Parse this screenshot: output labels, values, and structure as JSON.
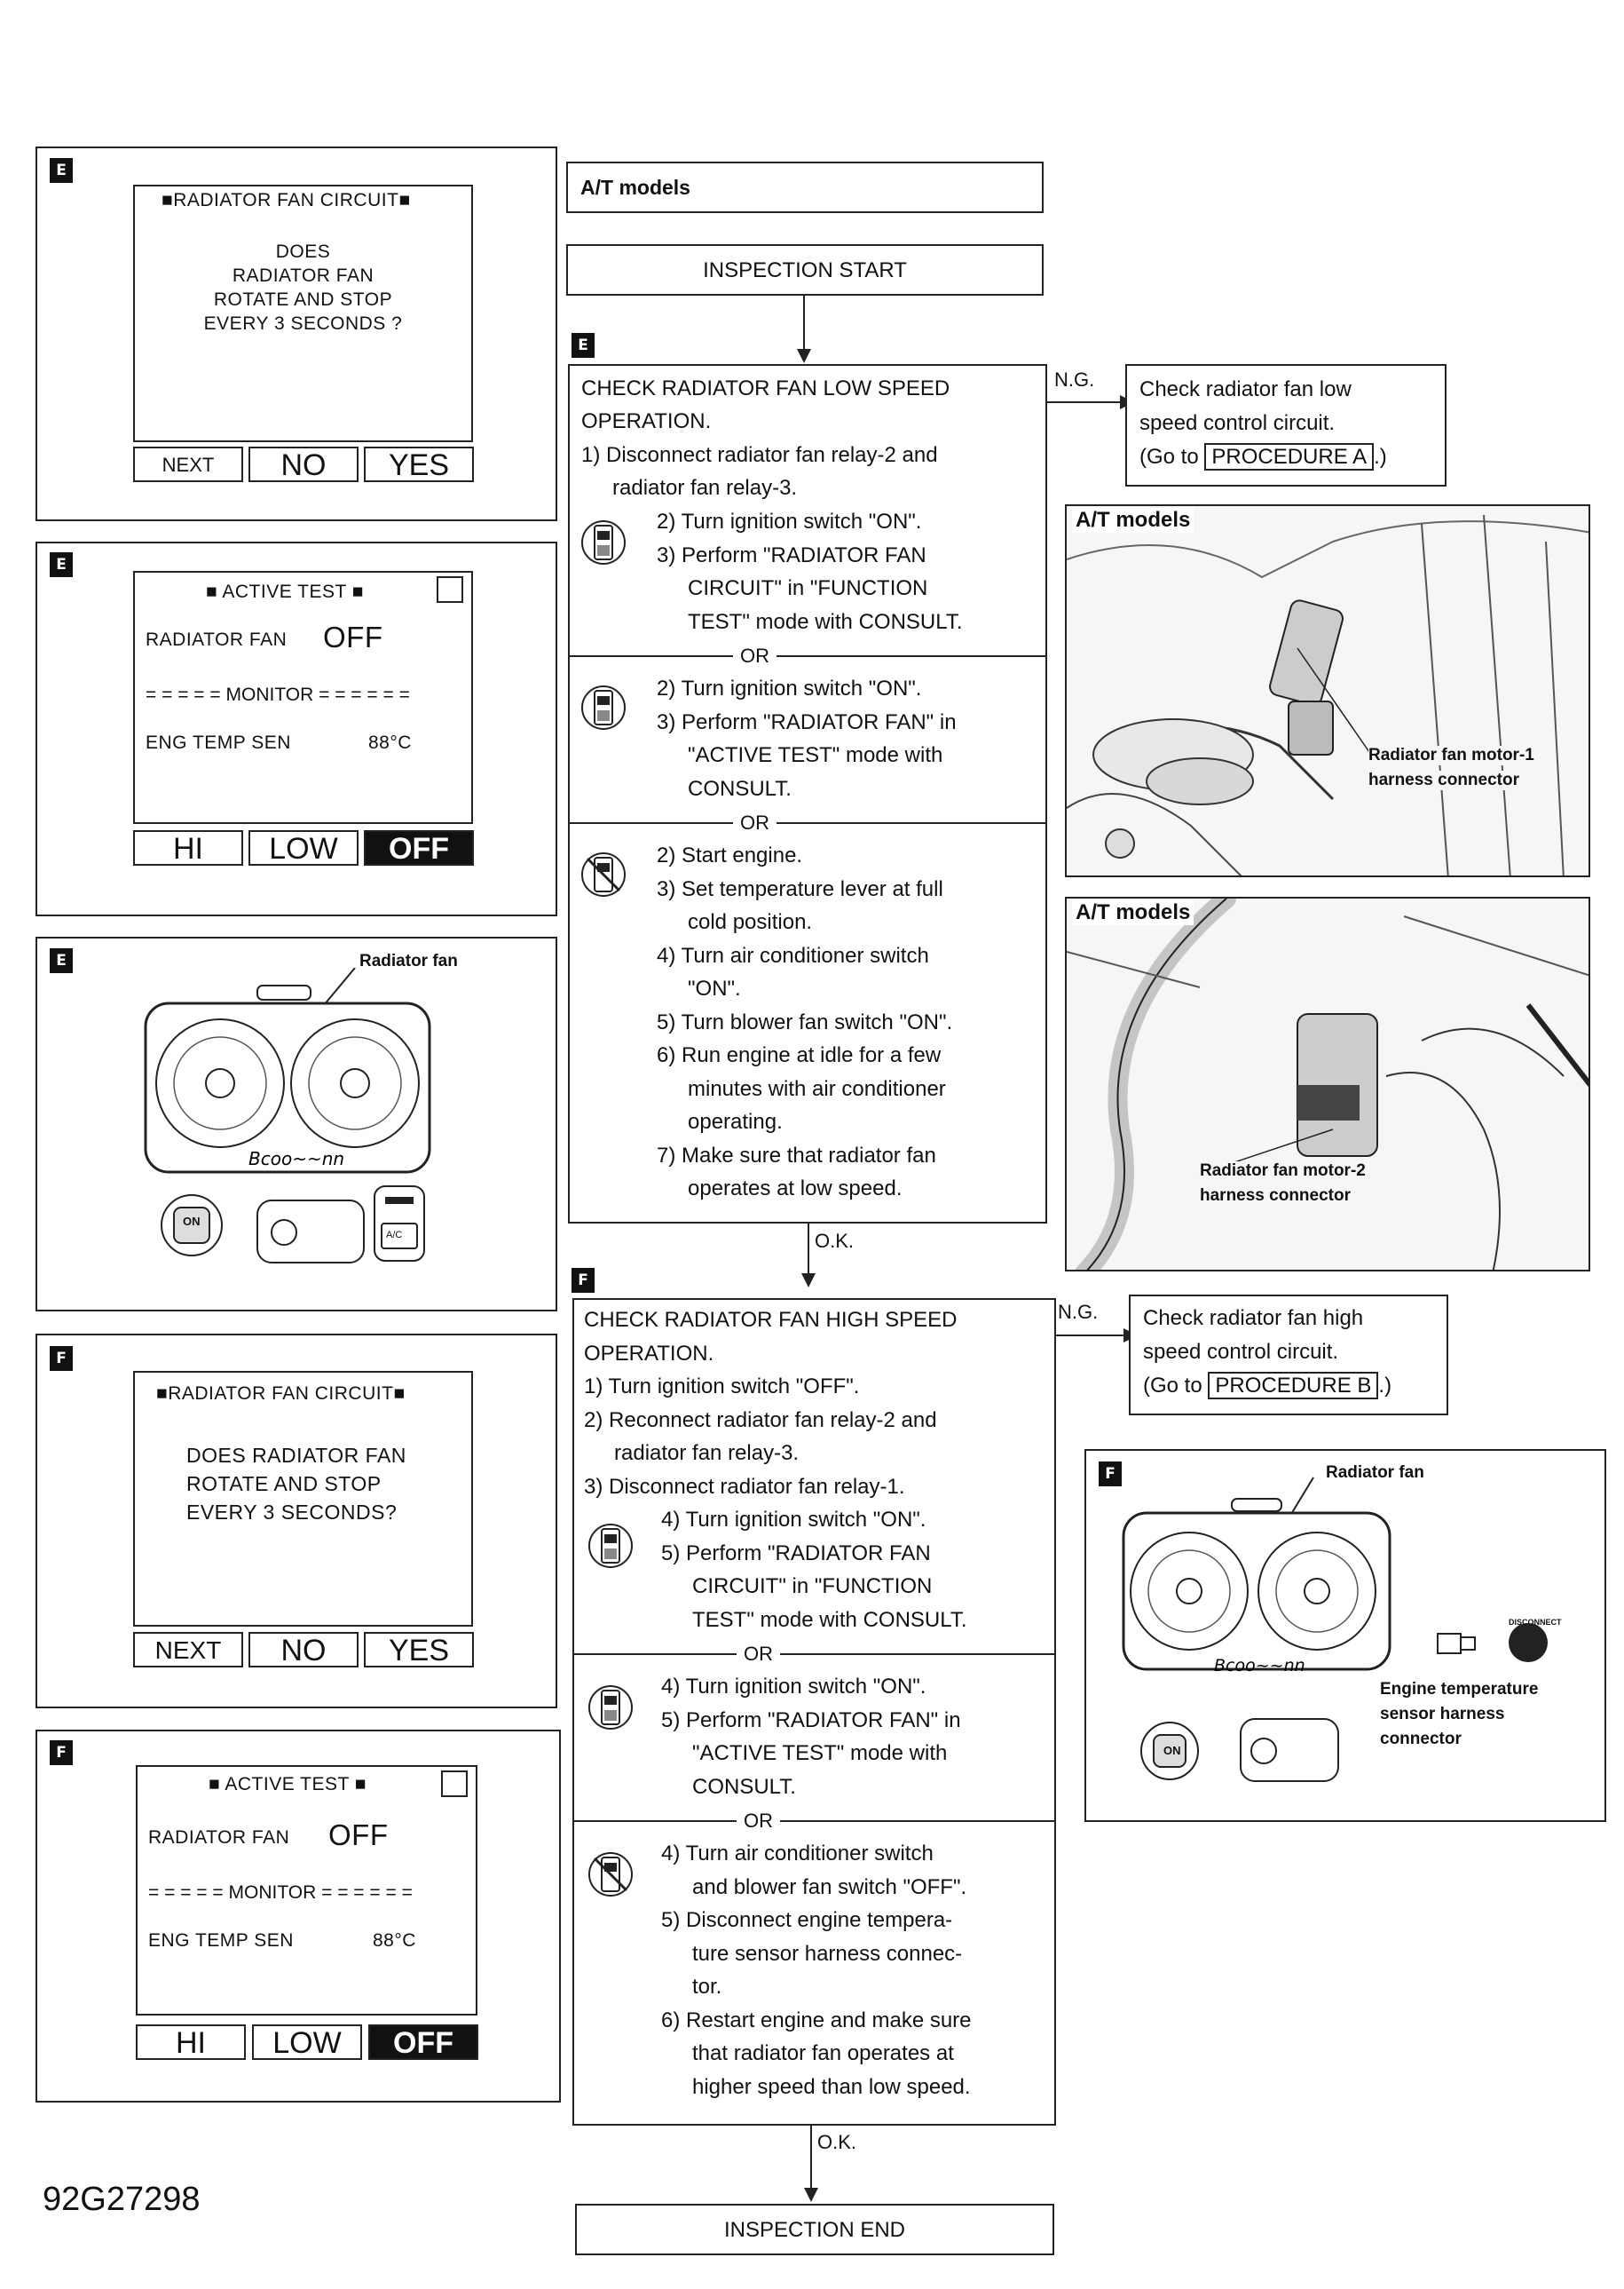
{
  "doc_id": "92G27298",
  "top_box": "A/T models",
  "start": "INSPECTION START",
  "end": "INSPECTION END",
  "tags": {
    "e": "E",
    "f": "F"
  },
  "ok": "O.K.",
  "ng": "N.G.",
  "or": "OR",
  "step_e": {
    "title1": "CHECK RADIATOR FAN LOW SPEED",
    "title2": "OPERATION.",
    "l1": "1) Disconnect radiator fan relay-2 and",
    "l2": "radiator fan relay-3.",
    "a1": "2) Turn ignition switch \"ON\".",
    "a2": "3) Perform \"RADIATOR FAN",
    "a3": "CIRCUIT\" in \"FUNCTION",
    "a4": "TEST\" mode with CONSULT.",
    "b1": "2) Turn ignition switch \"ON\".",
    "b2": "3) Perform \"RADIATOR FAN\" in",
    "b3": "\"ACTIVE TEST\" mode with",
    "b4": "CONSULT.",
    "c1": "2) Start engine.",
    "c2": "3) Set temperature lever at full",
    "c3": "cold position.",
    "c4": "4) Turn air conditioner switch",
    "c5": "\"ON\".",
    "c6": "5) Turn blower fan switch \"ON\".",
    "c7": "6) Run engine at idle for a few",
    "c8": "minutes with air conditioner",
    "c9": "operating.",
    "c10": "7) Make sure that radiator fan",
    "c11": "operates at low speed."
  },
  "step_f": {
    "title1": "CHECK RADIATOR FAN HIGH SPEED",
    "title2": "OPERATION.",
    "l1": "1) Turn ignition switch \"OFF\".",
    "l2": "2) Reconnect radiator fan relay-2 and",
    "l3": "radiator fan relay-3.",
    "l4": "3) Disconnect radiator fan relay-1.",
    "a1": "4) Turn ignition switch \"ON\".",
    "a2": "5) Perform \"RADIATOR FAN",
    "a3": "CIRCUIT\" in \"FUNCTION",
    "a4": "TEST\" mode with CONSULT.",
    "b1": "4) Turn ignition switch \"ON\".",
    "b2": "5) Perform \"RADIATOR FAN\" in",
    "b3": "\"ACTIVE TEST\" mode with",
    "b4": "CONSULT.",
    "c1": "4) Turn air conditioner switch",
    "c2": "and blower fan switch \"OFF\".",
    "c3": "5) Disconnect engine tempera-",
    "c4": "ture sensor harness connec-",
    "c5": "tor.",
    "c6": "6) Restart engine and make sure",
    "c7": "that radiator fan operates at",
    "c8": "higher speed than low speed."
  },
  "ng_e": {
    "l1": "Check radiator fan low",
    "l2": "speed control circuit.",
    "pre": "(Go to",
    "proc": "PROCEDURE  A",
    "post": ".)"
  },
  "ng_f": {
    "l1": "Check radiator fan high",
    "l2": "speed control circuit.",
    "pre": "(Go to",
    "proc": "PROCEDURE  B",
    "post": ".)"
  },
  "screen1": {
    "title": "RADIATOR FAN CIRCUIT",
    "q1": "DOES",
    "q2": "RADIATOR FAN",
    "q3": "ROTATE AND STOP",
    "q4": "EVERY 3 SECONDS ?",
    "b1": "NEXT",
    "b2": "NO",
    "b3": "YES"
  },
  "screen2": {
    "title": "ACTIVE TEST",
    "fan_label": "RADIATOR FAN",
    "fan_val": "OFF",
    "monitor": "MONITOR",
    "sensor": "ENG TEMP SEN",
    "temp": "88°C",
    "b1": "HI",
    "b2": "LOW",
    "b3": "OFF"
  },
  "screen4": {
    "title": "RADIATOR FAN CIRCUIT",
    "q1": "DOES RADIATOR FAN",
    "q2": "ROTATE AND STOP",
    "q3": "EVERY 3 SECONDS?",
    "b1": "NEXT",
    "b2": "NO",
    "b3": "YES"
  },
  "screen5": {
    "title": "ACTIVE TEST",
    "fan_label": "RADIATOR FAN",
    "fan_val": "OFF",
    "monitor": "MONITOR",
    "sensor": "ENG TEMP SEN",
    "temp": "88°C",
    "b1": "HI",
    "b2": "LOW",
    "b3": "OFF"
  },
  "fan_e_label": "Radiator fan",
  "fan_f_label": "Radiator fan",
  "ac_label": "A/C",
  "ign_label": "ON",
  "disconnect_label": "DISCONNECT",
  "engine_sensor": {
    "l1": "Engine temperature",
    "l2": "sensor harness",
    "l3": "connector"
  },
  "photo1": {
    "title": "A/T models",
    "l1": "Radiator fan motor-1",
    "l2": "harness connector"
  },
  "photo2": {
    "title": "A/T models",
    "l1": "Radiator fan motor-2",
    "l2": "harness connector"
  }
}
